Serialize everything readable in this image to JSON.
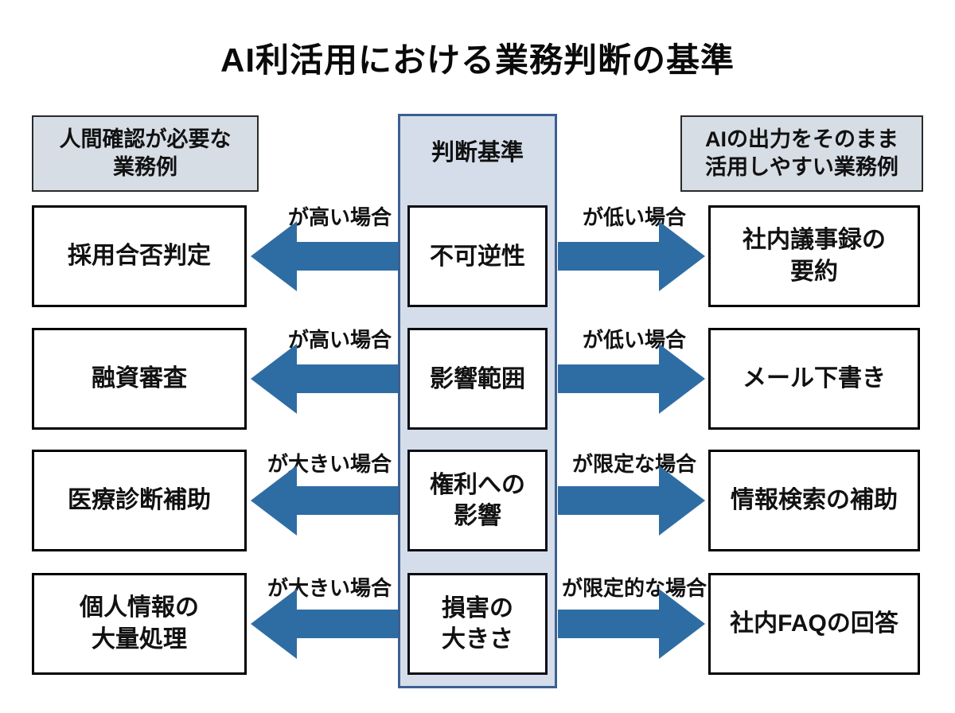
{
  "title": "AI利活用における業務判断の基準",
  "colors": {
    "arrow": "#2e6da4",
    "panel_fill": "#d4dde9",
    "panel_border": "#3c5f91",
    "header_fill": "#d6dde5"
  },
  "headers": {
    "left": "人間確認が必要な\n業務例",
    "center": "判断基準",
    "right": "AIの出力をそのまま\n活用しやすい業務例"
  },
  "rows": [
    {
      "left_task": "採用合否判定",
      "left_condition": "が高い場合",
      "criterion": "不可逆性",
      "right_condition": "が低い場合",
      "right_task": "社内議事録の\n要約"
    },
    {
      "left_task": "融資審査",
      "left_condition": "が高い場合",
      "criterion": "影響範囲",
      "right_condition": "が低い場合",
      "right_task": "メール下書き"
    },
    {
      "left_task": "医療診断補助",
      "left_condition": "が大きい場合",
      "criterion": "権利への\n影響",
      "right_condition": "が限定な場合",
      "right_task": "情報検索の補助"
    },
    {
      "left_task": "個人情報の\n大量処理",
      "left_condition": "が大きい場合",
      "criterion": "損害の\n大きさ",
      "right_condition": "が限定的な場合",
      "right_task": "社内FAQの回答"
    }
  ]
}
